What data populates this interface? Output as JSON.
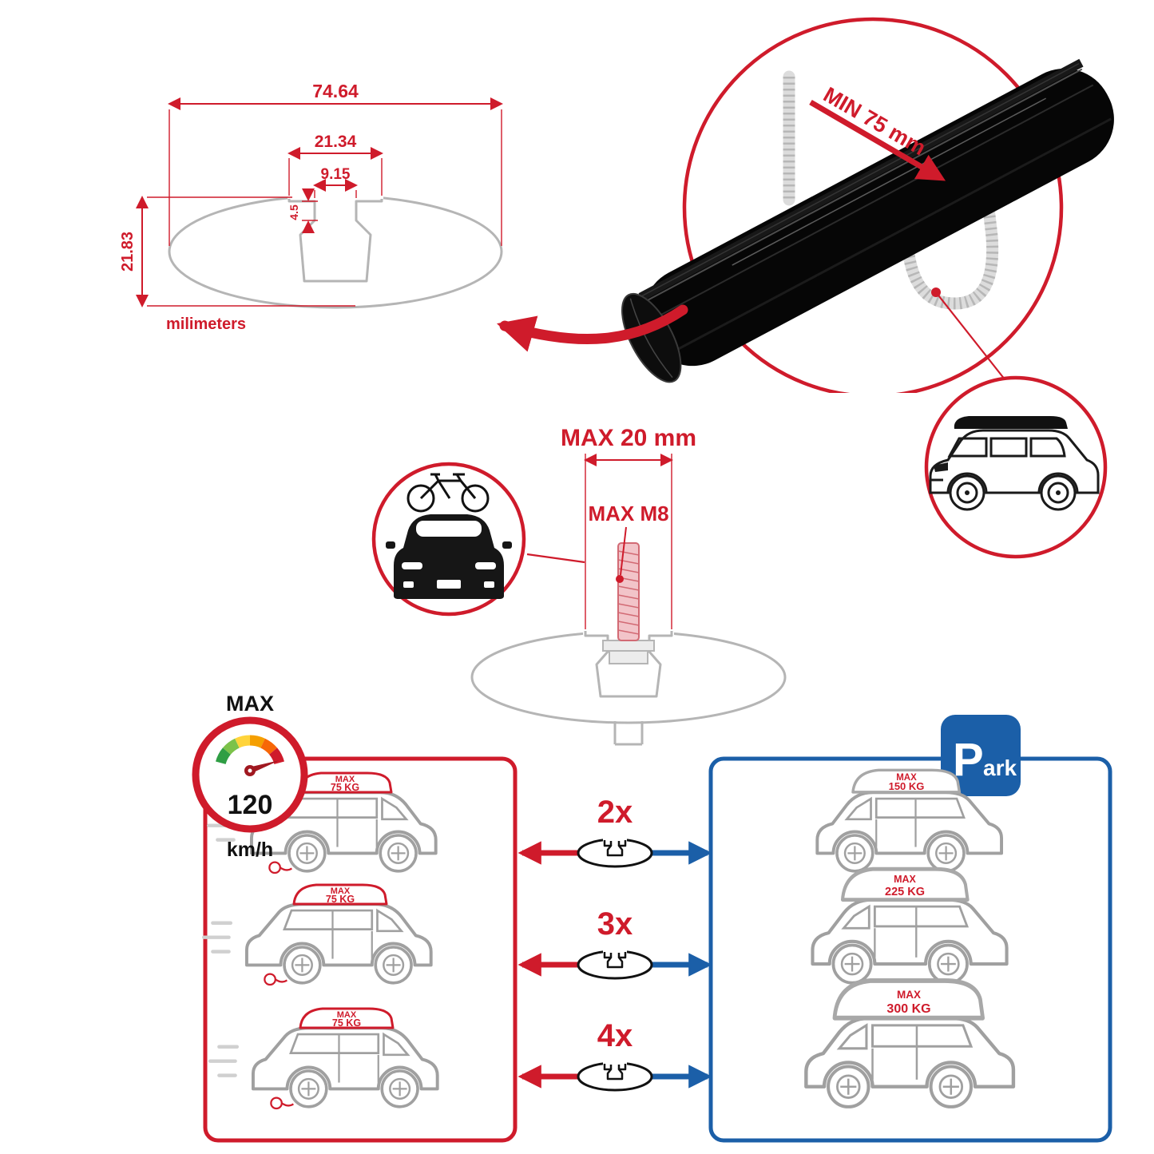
{
  "profile_drawing": {
    "dim_total_width": "74.64",
    "dim_channel_width": "21.34",
    "dim_slot_width": "9.15",
    "dim_step_height": "4.5",
    "dim_total_height": "21.83",
    "unit_label": "milimeters"
  },
  "bar_detail": {
    "min_clamp_label": "MIN 75 mm"
  },
  "bolt_detail": {
    "max_length_label": "MAX 20 mm",
    "max_thread_label": "MAX M8"
  },
  "speed_limit": {
    "title": "MAX",
    "value": "120",
    "unit": "km/h"
  },
  "comparison": {
    "multipliers": [
      "2x",
      "3x",
      "4x"
    ],
    "left_cars": [
      {
        "box_line1": "MAX",
        "box_line2": "75 KG"
      },
      {
        "box_line1": "MAX",
        "box_line2": "75 KG"
      },
      {
        "box_line1": "MAX",
        "box_line2": "75 KG"
      }
    ],
    "right_cars": [
      {
        "box_line1": "MAX",
        "box_line2": "150 KG"
      },
      {
        "box_line1": "MAX",
        "box_line2": "225 KG"
      },
      {
        "box_line1": "MAX",
        "box_line2": "300 KG"
      }
    ],
    "park_sign": {
      "letter": "P",
      "rest": "ark"
    }
  },
  "colors": {
    "red": "#cf1b2b",
    "blue": "#1b5fa8",
    "gray": "#b5b5b5",
    "black": "#000000"
  }
}
